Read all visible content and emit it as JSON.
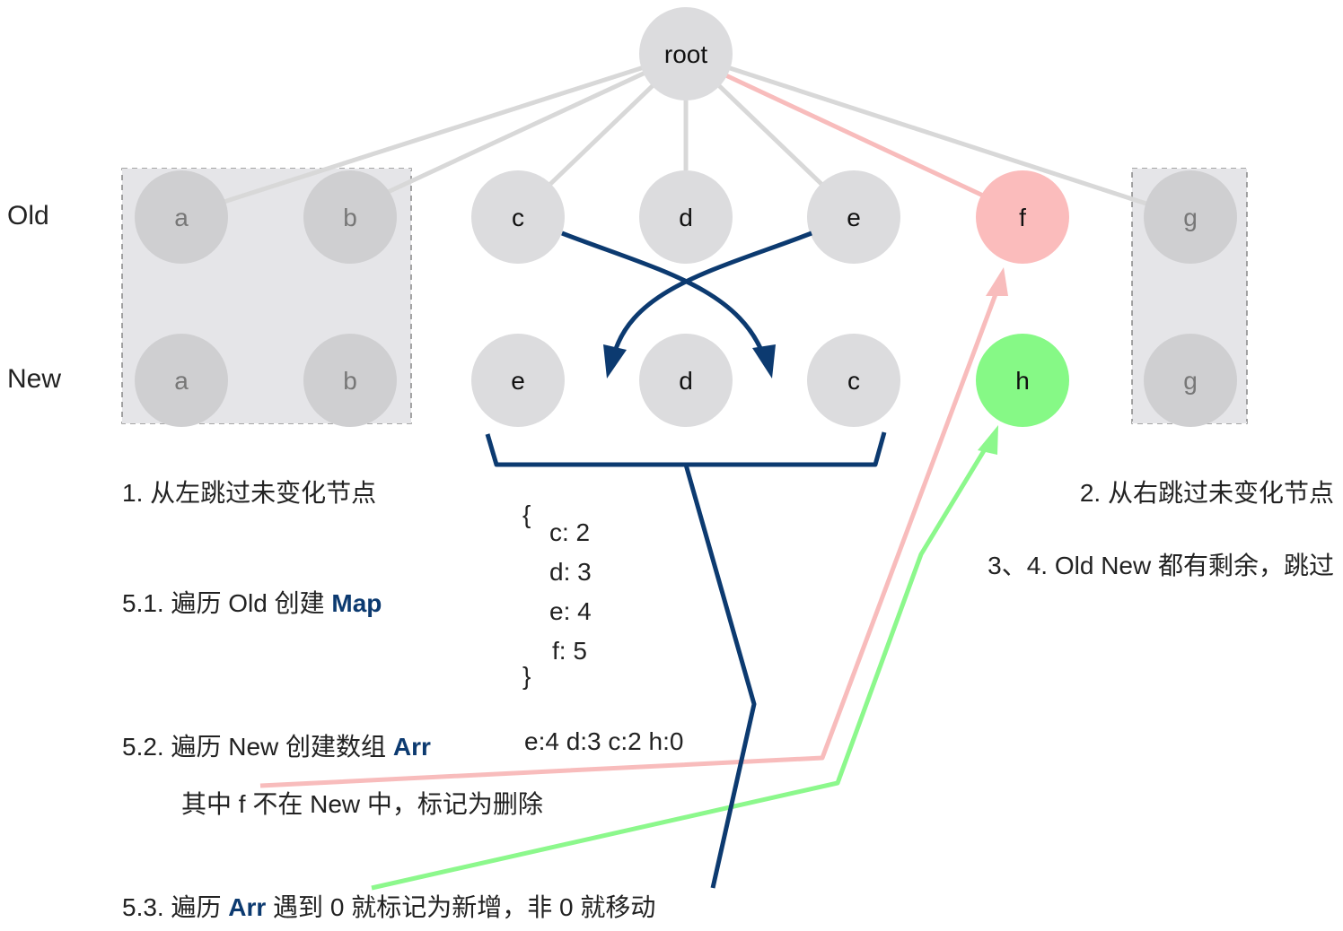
{
  "row_labels": {
    "old": "Old",
    "new": "New"
  },
  "root": "root",
  "old_nodes": [
    "a",
    "b",
    "c",
    "d",
    "e",
    "f",
    "g"
  ],
  "new_nodes": [
    "a",
    "b",
    "e",
    "d",
    "c",
    "h",
    "g"
  ],
  "steps": {
    "step1": "1. 从左跳过未变化节点",
    "step2": "2. 从右跳过未变化节点",
    "step34": "3、4. Old New 都有剩余，跳过",
    "step51_prefix": "5.1. 遍历 Old 创建 ",
    "step51_hl": "Map",
    "step52_prefix": "5.2. 遍历 New 创建数组 ",
    "step52_hl": "Arr",
    "step52_values": "e:4 d:3 c:2 h:0",
    "step52_note": "其中 f 不在 New 中，标记为删除",
    "step53_prefix": "5.3. 遍历 ",
    "step53_hl": "Arr",
    "step53_suffix": " 遇到 0 就标记为新增，非 0 就移动"
  },
  "map_block": {
    "open": "{",
    "lines": [
      "c: 2",
      "d: 3",
      "e: 4",
      "f: 5"
    ],
    "close": "}"
  },
  "colors": {
    "node_gray": "#dcdcde",
    "node_dim": "#cfcfd1",
    "skip_box": "#e5e5e8",
    "deleted": "#fbbcbc",
    "added": "#86f986",
    "move_arrow": "#0c3a70",
    "delete_line": "#f8bcbc",
    "add_line": "#8cf88c",
    "edge": "#d8d8d8"
  }
}
